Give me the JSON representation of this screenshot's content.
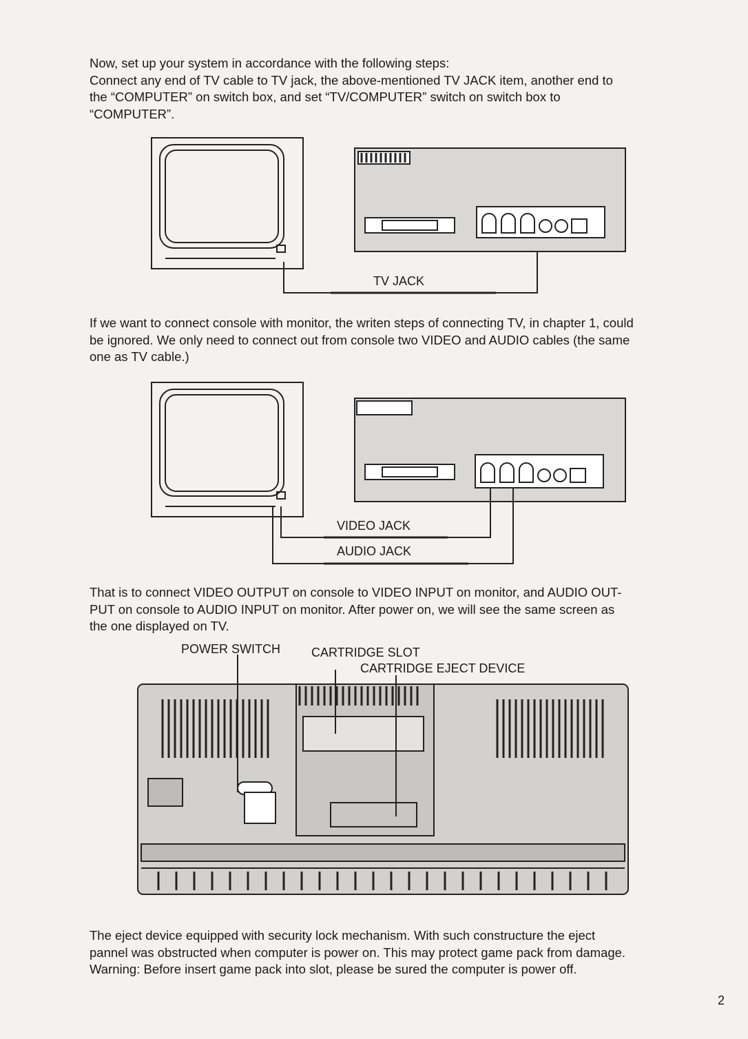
{
  "intro": {
    "lines": [
      "Now, set up your system in accordance with the following steps:",
      "Connect any end of TV cable to TV jack, the above-mentioned TV JACK item, another end to",
      "the “COMPUTER” on switch box, and set “TV/COMPUTER” switch on switch box to",
      "“COMPUTER”."
    ]
  },
  "figure1": {
    "tv_jack_label": "TV JACK"
  },
  "monitor_paragraph": {
    "lines": [
      "If we want to connect console with monitor, the writen steps of connecting TV, in chapter 1, could",
      "be ignored. We only need to connect out from console two VIDEO and AUDIO cables (the same",
      "one as TV cable.)"
    ]
  },
  "figure2": {
    "video_jack_label": "VIDEO JACK",
    "audio_jack_label": "AUDIO JACK"
  },
  "result_paragraph": {
    "lines": [
      "That is to connect VIDEO OUTPUT on console to VIDEO INPUT on monitor, and AUDIO OUT-",
      "PUT on console to AUDIO INPUT on monitor. After power on, we will see the same screen as",
      "the one displayed on TV."
    ]
  },
  "figure3": {
    "power_switch_label": "POWER SWITCH",
    "cartridge_slot_label": "CARTRIDGE SLOT",
    "eject_device_label": "CARTRIDGE EJECT DEVICE"
  },
  "eject_paragraph": {
    "lines": [
      "The eject device equipped with security lock mechanism. With such constructure the eject",
      "pannel was obstructed when computer is power on. This may protect game pack from damage.",
      "Warning: Before insert game pack into slot, please be sured the computer is power off."
    ]
  },
  "page_number": "2"
}
